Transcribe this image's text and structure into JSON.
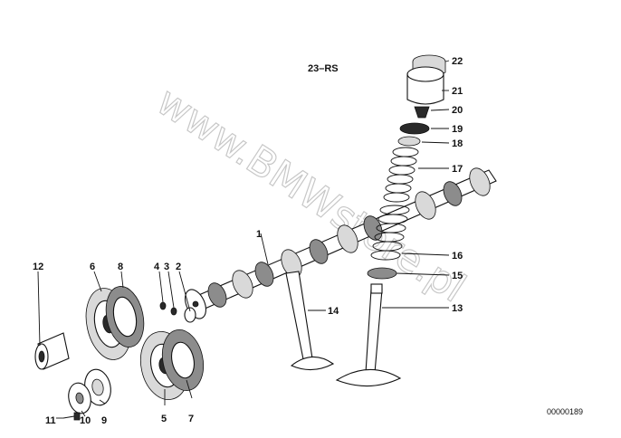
{
  "diagram": {
    "group_title": "23–RS",
    "reference_number": "00000189",
    "watermark": "www.BMWstore.pl",
    "callouts": [
      "1",
      "2",
      "3",
      "4",
      "5",
      "6",
      "7",
      "8",
      "9",
      "10",
      "11",
      "12",
      "13",
      "14",
      "15",
      "16",
      "17",
      "18",
      "19",
      "20",
      "21",
      "22"
    ]
  }
}
